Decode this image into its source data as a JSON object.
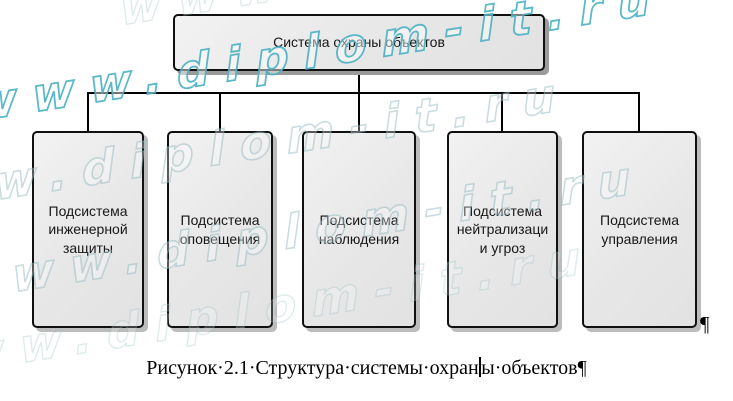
{
  "diagram": {
    "root": {
      "label": "Система охраны объектов"
    },
    "children": [
      {
        "label": "Подсистема\nинженерной\nзащиты"
      },
      {
        "label": "Подсистема\nоповещения"
      },
      {
        "label": "Подсистема\nнаблюдения"
      },
      {
        "label": "Подсистема\nнейтрализаци\nи угроз"
      },
      {
        "label": "Подсистема\nуправления"
      }
    ]
  },
  "caption": {
    "before_cursor": "Рисунок·2.1·Структура·системы·охран",
    "after_cursor": "ы·объектов",
    "pilcrow": "¶"
  },
  "stray_pilcrow": "¶",
  "watermark": {
    "text": "www.diplom-it.ru",
    "color_bright": "#49b0c2",
    "color_faint": "#9fc3ca"
  },
  "colors": {
    "background": "#ffffff",
    "box_fill": "#e8e8e8",
    "box_border": "#101010",
    "box_shadow": "#b0b0b0",
    "connector": "#000000",
    "text": "#171717"
  }
}
